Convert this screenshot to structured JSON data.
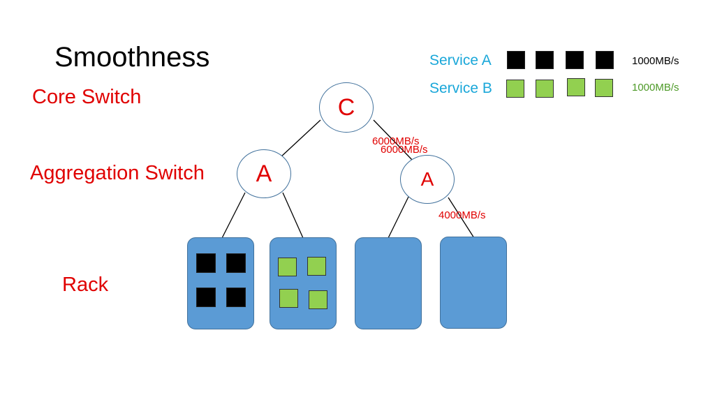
{
  "title": "Smoothness",
  "labels": {
    "core": "Core Switch",
    "aggregation": "Aggregation Switch",
    "rack": "Rack"
  },
  "legend": {
    "service_a": {
      "name": "Service A",
      "rate": "1000MB/s",
      "color": "#000000"
    },
    "service_b": {
      "name": "Service B",
      "rate": "1000MB/s",
      "color": "#92d050"
    }
  },
  "nodes": {
    "core": "C",
    "agg_left": "A",
    "agg_right": "A"
  },
  "bandwidth": {
    "core_right_1": "6000MB/s",
    "core_right_2": "6000MB/s",
    "agg_right_rack": "4000MB/s"
  },
  "colors": {
    "label_red": "#e00000",
    "legend_blue": "#1aa7d9",
    "rack_blue": "#5b9bd5",
    "green_text": "#4e9a28"
  }
}
